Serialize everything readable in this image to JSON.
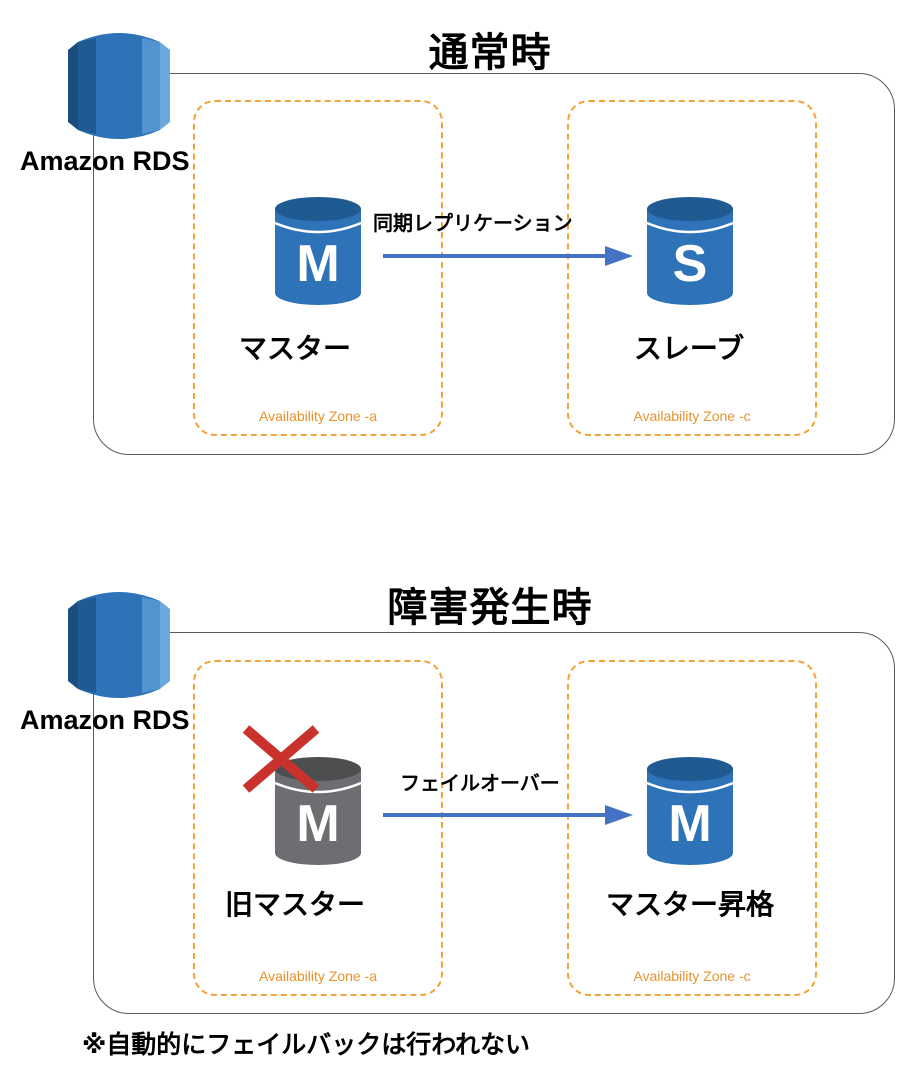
{
  "normal": {
    "title": "通常時",
    "service": "Amazon RDS",
    "zone_a": "Availability Zone -a",
    "zone_c": "Availability Zone -c",
    "master": {
      "letter": "M",
      "label": "マスター"
    },
    "slave": {
      "letter": "S",
      "label": "スレーブ"
    },
    "arrow_label": "同期レプリケーション"
  },
  "failure": {
    "title": "障害発生時",
    "service": "Amazon RDS",
    "zone_a": "Availability Zone -a",
    "zone_c": "Availability Zone -c",
    "old_master": {
      "letter": "M",
      "label": "旧マスター",
      "status_icon": "x-mark-icon"
    },
    "new_master": {
      "letter": "M",
      "label": "マスター昇格"
    },
    "arrow_label": "フェイルオーバー"
  },
  "note": "※自動的にフェイルバックは行われない",
  "colors": {
    "aws_blue": "#2e73b8",
    "aws_blue_dark": "#1f5a93",
    "aws_blue_light": "#5294cf",
    "inactive_gray": "#6d6e71",
    "zone_orange": "#f2a33a",
    "arrow_blue": "#4472c4",
    "x_red": "#c8312c"
  },
  "icons": [
    "rds-logo-icon",
    "database-cylinder-icon",
    "x-mark-icon",
    "arrow-right-icon"
  ]
}
